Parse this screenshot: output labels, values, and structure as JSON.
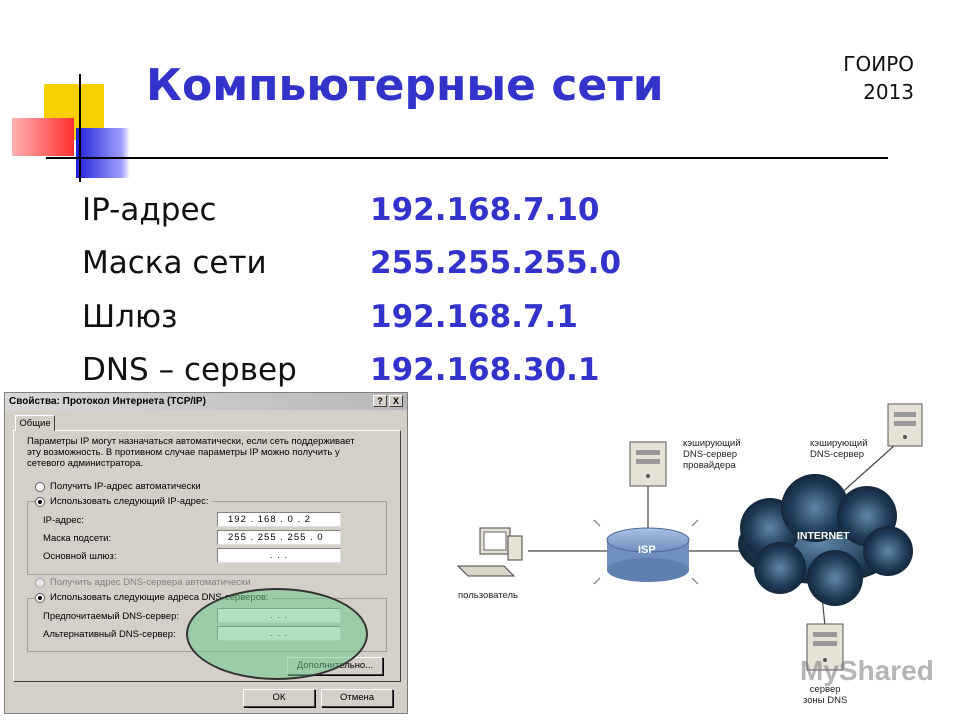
{
  "slide": {
    "title": "Компьютерные сети",
    "org": "ГОИРО",
    "year": "2013"
  },
  "settings": [
    {
      "label": "IP-адрес",
      "value": "192.168.7.10"
    },
    {
      "label": "Маска сети",
      "value": "255.255.255.0"
    },
    {
      "label": "Шлюз",
      "value": "192.168.7.1"
    },
    {
      "label": "DNS – сервер",
      "value": "192.168.30.1"
    }
  ],
  "dialog": {
    "title": "Свойства: Протокол Интернета (TCP/IP)",
    "help_button": "?",
    "close_button": "X",
    "tab": "Общие",
    "intro": "Параметры IP могут назначаться автоматически, если сеть поддерживает эту возможность. В противном случае параметры IP можно получить у сетевого администратора.",
    "auto_ip_option": "Получить IP-адрес автоматически",
    "manual_ip_option": "Использовать следующий IP-адрес:",
    "ip_label": "IP-адрес:",
    "ip_value": "192 . 168 . 0 . 2",
    "mask_label": "Маска подсети:",
    "mask_value": "255 . 255 . 255 . 0",
    "gateway_label": "Основной шлюз:",
    "gateway_value": ". . .",
    "auto_dns_option": "Получить адрес DNS-сервера автоматически",
    "manual_dns_option": "Использовать следующие адреса DNS-серверов:",
    "preferred_dns_label": "Предпочитаемый DNS-сервер:",
    "preferred_dns_value": ". . .",
    "alternate_dns_label": "Альтернативный DNS-сервер:",
    "alternate_dns_value": ". . .",
    "advanced_button": "Дополнительно...",
    "ok_button": "ОК",
    "cancel_button": "Отмена"
  },
  "diagram": {
    "isp_dns_label_1": "кэширующий",
    "isp_dns_label_2": "DNS-сервер",
    "isp_dns_label_3": "провайдера",
    "cache_dns_label_1": "кэширующий",
    "cache_dns_label_2": "DNS-сервер",
    "isp_label": "ISP",
    "internet_label": "INTERNET",
    "user_label": "пользователь",
    "zone_dns_label_1": "сервер",
    "zone_dns_label_2": "зоны DNS"
  },
  "watermark": "MyShared"
}
